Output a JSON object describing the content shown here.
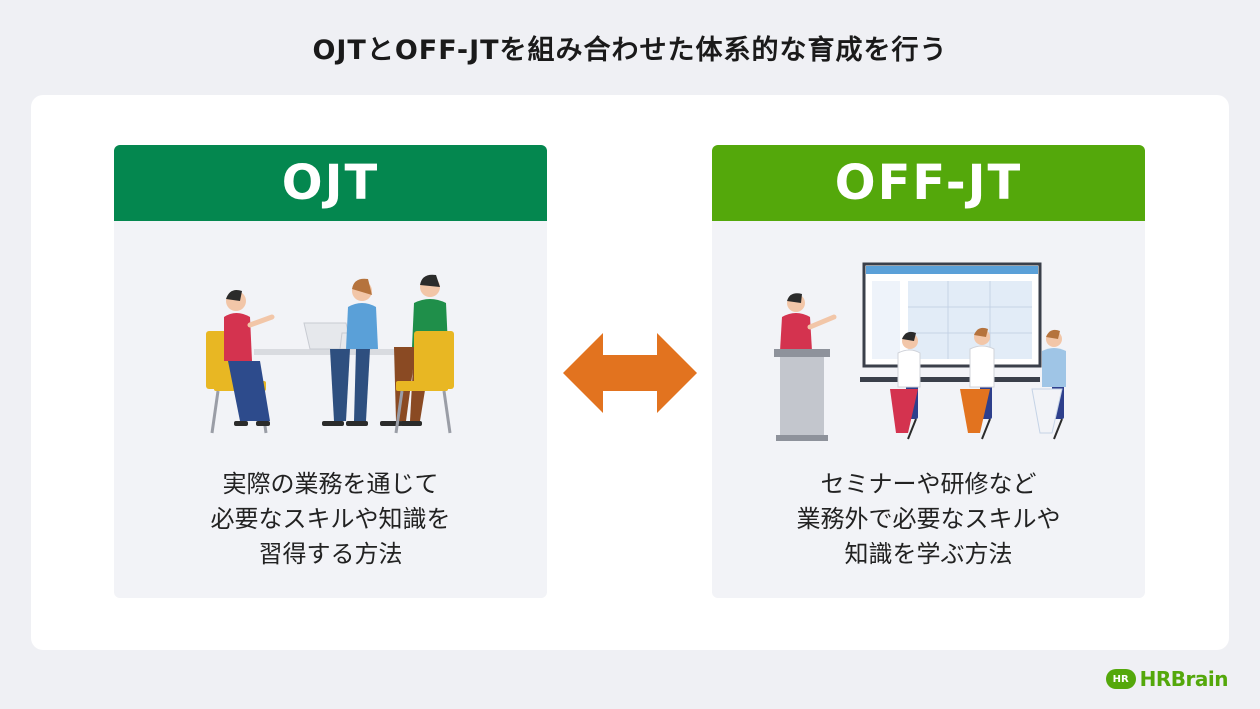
{
  "title": "OJTとOFF-JTを組み合わせた体系的な育成を行う",
  "ojt": {
    "heading": "OJT",
    "description": [
      "実際の業務を通じて",
      "必要なスキルや知識を",
      "習得する方法"
    ]
  },
  "offjt": {
    "heading": "OFF-JT",
    "description": [
      "セミナーや研修など",
      "業務外で必要なスキルや",
      "知識を学ぶ方法"
    ]
  },
  "logo": {
    "badge": "HR",
    "text": "HRBrain"
  },
  "colors": {
    "ojt_header": "#04874f",
    "offjt_header": "#54a80b",
    "arrow": "#e2731f",
    "panel_bg": "#f2f3f7",
    "page_bg": "#eff0f4"
  }
}
